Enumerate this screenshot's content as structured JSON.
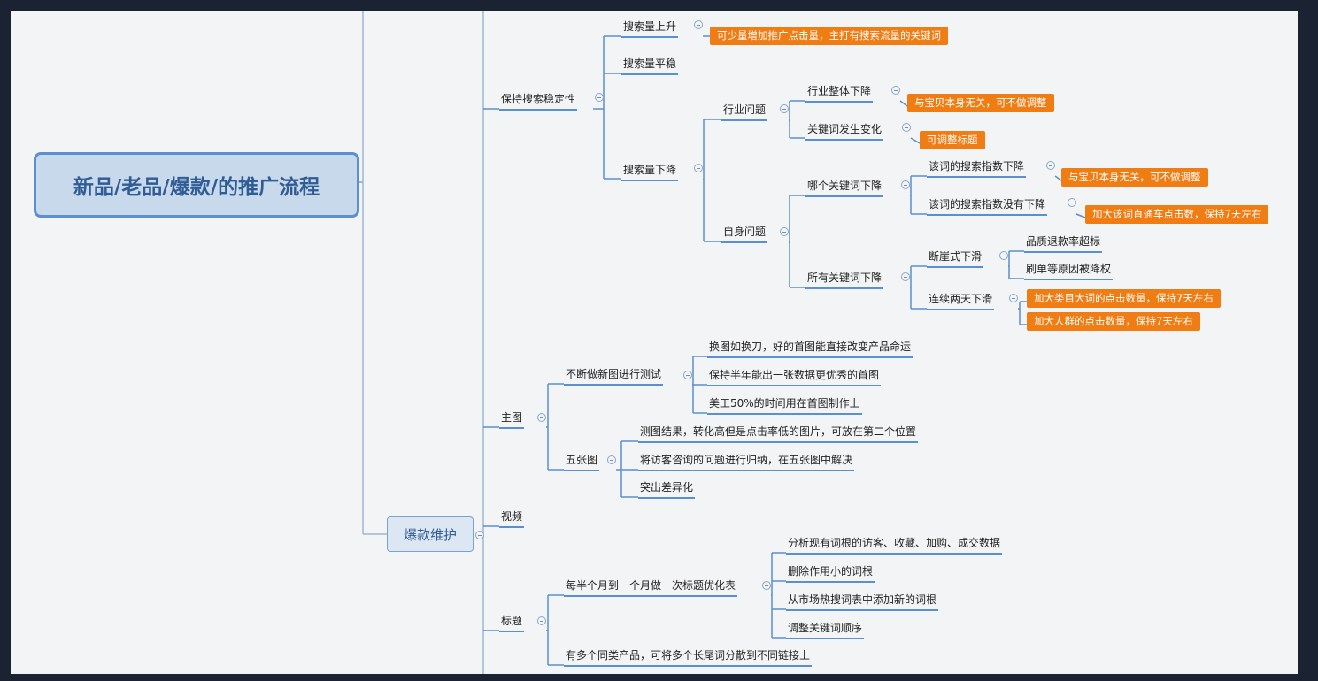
{
  "root": "新品/老品/爆款/的推广流程",
  "maintenance": "爆款维护",
  "search": {
    "label": "保持搜索稳定性",
    "rise": "搜索量上升",
    "rise_note": "可少量增加推广点击量，主打有搜索流量的关键词",
    "stable": "搜索量平稳",
    "drop": "搜索量下降",
    "industry": "行业问题",
    "industry_down": "行业整体下降",
    "industry_down_note": "与宝贝本身无关，可不做调整",
    "keyword_change": "关键词发生变化",
    "keyword_change_note": "可调整标题",
    "self": "自身问题",
    "which_keyword": "哪个关键词下降",
    "index_down": "该词的搜索指数下降",
    "index_down_note": "与宝贝本身无关，可不做调整",
    "index_not_down": "该词的搜索指数没有下降",
    "index_not_down_note": "加大该词直通车点击数，保持7天左右",
    "all_keywords": "所有关键词下降",
    "cliff": "断崖式下滑",
    "quality": "品质退款率超标",
    "brushing": "刷单等原因被降权",
    "two_days": "连续两天下滑",
    "two_days_note1": "加大类目大词的点击数量，保持7天左右",
    "two_days_note2": "加大人群的点击数量，保持7天左右"
  },
  "main_image": {
    "label": "主图",
    "test": "不断做新图进行测试",
    "test1": "换图如换刀，好的首图能直接改变产品命运",
    "test2": "保持半年能出一张数据更优秀的首图",
    "test3": "美工50%的时间用在首图制作上",
    "five": "五张图",
    "five1": "测图结果，转化高但是点击率低的图片，可放在第二个位置",
    "five2": "将访客咨询的问题进行归纳，在五张图中解决",
    "five3": "突出差异化"
  },
  "video": {
    "label": "视频"
  },
  "title": {
    "label": "标题",
    "optimize": "每半个月到一个月做一次标题优化表",
    "opt1": "分析现有词根的访客、收藏、加购、成交数据",
    "opt2": "删除作用小的词根",
    "opt3": "从市场热搜词表中添加新的词根",
    "opt4": "调整关键词顺序",
    "multi": "有多个同类产品，可将多个长尾词分散到不同链接上"
  },
  "colors": {
    "background": "#1b2333",
    "canvas": "#f3f4f5",
    "line": "#5b8fd0",
    "note": "#f07d14",
    "root_fill": "#c9d9ec"
  }
}
